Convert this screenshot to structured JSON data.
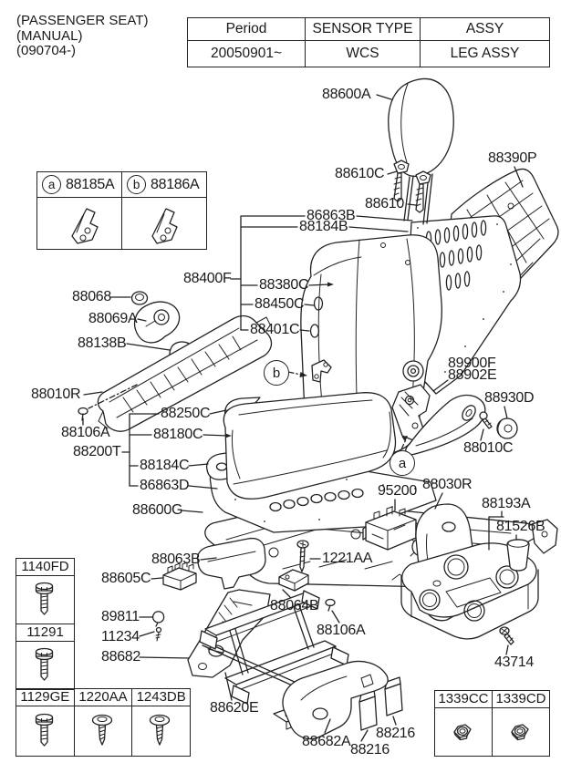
{
  "header": {
    "lines": [
      "(PASSENGER SEAT)",
      "(MANUAL)",
      "(090704-)"
    ]
  },
  "info_table": {
    "headers": [
      "Period",
      "SENSOR TYPE",
      "ASSY"
    ],
    "values": [
      "20050901~",
      "WCS",
      "LEG ASSY"
    ]
  },
  "legend_box": {
    "items": [
      {
        "letter": "a",
        "part_no": "88185A"
      },
      {
        "letter": "b",
        "part_no": "88186A"
      }
    ]
  },
  "circled_markers": {
    "a": "a",
    "b": "b"
  },
  "callouts": {
    "c88600A": "88600A",
    "c88610C": "88610C",
    "c88610": "88610",
    "c88390P": "88390P",
    "c86863B": "86863B",
    "c88184B": "88184B",
    "c88400F": "88400F",
    "c88380C": "88380C",
    "c88450C": "88450C",
    "c88401C": "88401C",
    "c88068": "88068",
    "c88069A": "88069A",
    "c88138B": "88138B",
    "c88010R": "88010R",
    "c88106A_left": "88106A",
    "c88250C": "88250C",
    "c88180C": "88180C",
    "c88200T": "88200T",
    "c88184C": "88184C",
    "c86863D": "86863D",
    "c88600G": "88600G",
    "c88063B": "88063B",
    "c88605C": "88605C",
    "c89811": "89811",
    "c11234": "11234",
    "c88682": "88682",
    "c88620E": "88620E",
    "c88682A": "88682A",
    "c88216_outer": "88216",
    "c88216_inner": "88216",
    "c88106A_center": "88106A",
    "c88064B": "88064B",
    "c1221AA": "1221AA",
    "c95200": "95200",
    "c88030R": "88030R",
    "c88193A": "88193A",
    "c81526B": "81526B",
    "c43714": "43714",
    "c89900F": "89900F",
    "c88902E": "88902E",
    "c88930D": "88930D",
    "c88010C": "88010C"
  },
  "fastener_boxes": {
    "left_column": [
      {
        "part_no": "1140FD",
        "icon": "hex-bolt-icon"
      },
      {
        "part_no": "11291",
        "icon": "hex-bolt-icon"
      }
    ],
    "bottom_row": [
      {
        "part_no": "1129GE",
        "icon": "hex-bolt-icon"
      },
      {
        "part_no": "1220AA",
        "icon": "tapping-screw-icon"
      },
      {
        "part_no": "1243DB",
        "icon": "tapping-screw-icon"
      }
    ],
    "right_row": [
      {
        "part_no": "1339CC",
        "icon": "flange-nut-icon"
      },
      {
        "part_no": "1339CD",
        "icon": "flange-nut-icon"
      }
    ]
  },
  "colors": {
    "line": "#222222",
    "background": "#ffffff"
  }
}
